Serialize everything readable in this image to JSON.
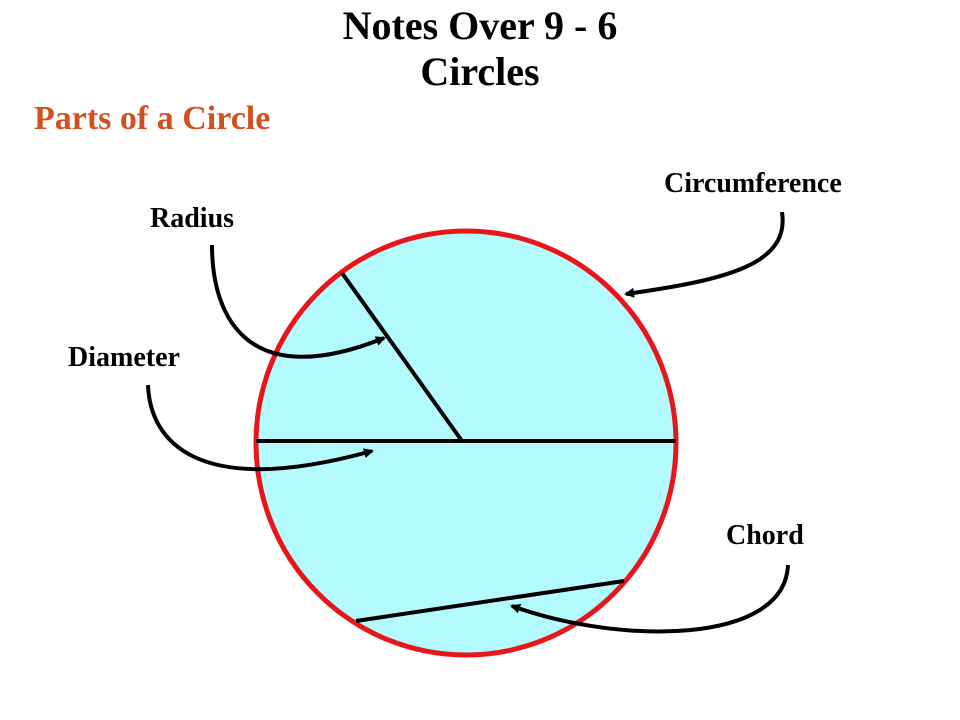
{
  "slide": {
    "title_line1": "Notes Over 9 - 6",
    "title_line2": "Circles",
    "subtitle": "Parts of a Circle"
  },
  "labels": {
    "circumference": "Circumference",
    "radius": "Radius",
    "diameter": "Diameter",
    "chord": "Chord"
  },
  "colors": {
    "subtitle": "#d4501e",
    "circle_fill": "#b3fbfe",
    "circle_stroke": "#e8161a",
    "line": "#000000"
  }
}
